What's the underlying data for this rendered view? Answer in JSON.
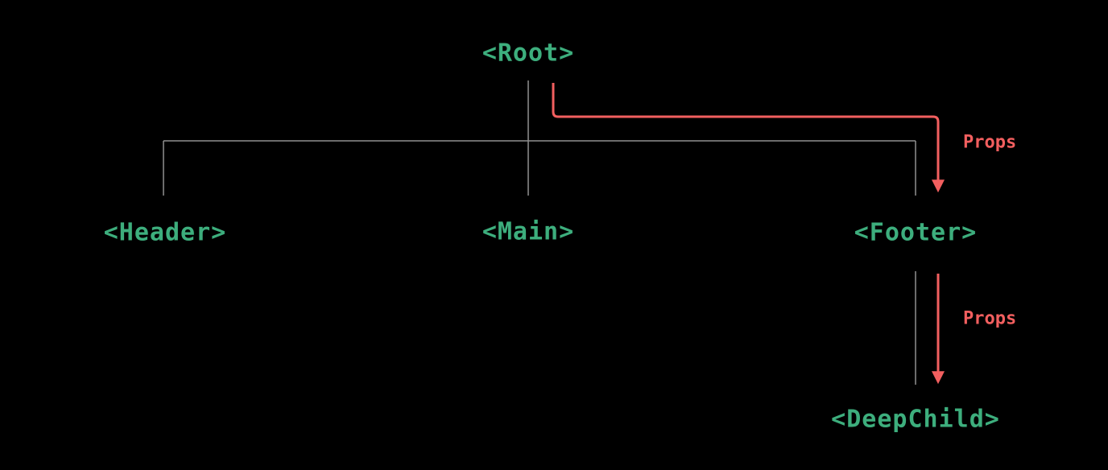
{
  "diagram": {
    "type": "component-tree",
    "nodes": [
      {
        "id": "root",
        "label": "<Root>"
      },
      {
        "id": "header",
        "label": "<Header>"
      },
      {
        "id": "main",
        "label": "<Main>"
      },
      {
        "id": "footer",
        "label": "<Footer>"
      },
      {
        "id": "deepchild",
        "label": "<DeepChild>"
      }
    ],
    "tree_edges": [
      {
        "from": "root",
        "to": "header"
      },
      {
        "from": "root",
        "to": "main"
      },
      {
        "from": "root",
        "to": "footer"
      },
      {
        "from": "footer",
        "to": "deepchild"
      }
    ],
    "prop_flows": [
      {
        "from": "root",
        "to": "footer",
        "label": "Props"
      },
      {
        "from": "footer",
        "to": "deepchild",
        "label": "Props"
      }
    ]
  },
  "nodes": {
    "root": "<Root>",
    "header": "<Header>",
    "main": "<Main>",
    "footer": "<Footer>",
    "deepchild": "<DeepChild>"
  },
  "labels": {
    "props_root_footer": "Props",
    "props_footer_deepchild": "Props"
  },
  "colors": {
    "node_text": "#3dae7d",
    "props_arrow": "#f25f5f",
    "tree_line": "#8f8f8f",
    "background": "#000000"
  }
}
